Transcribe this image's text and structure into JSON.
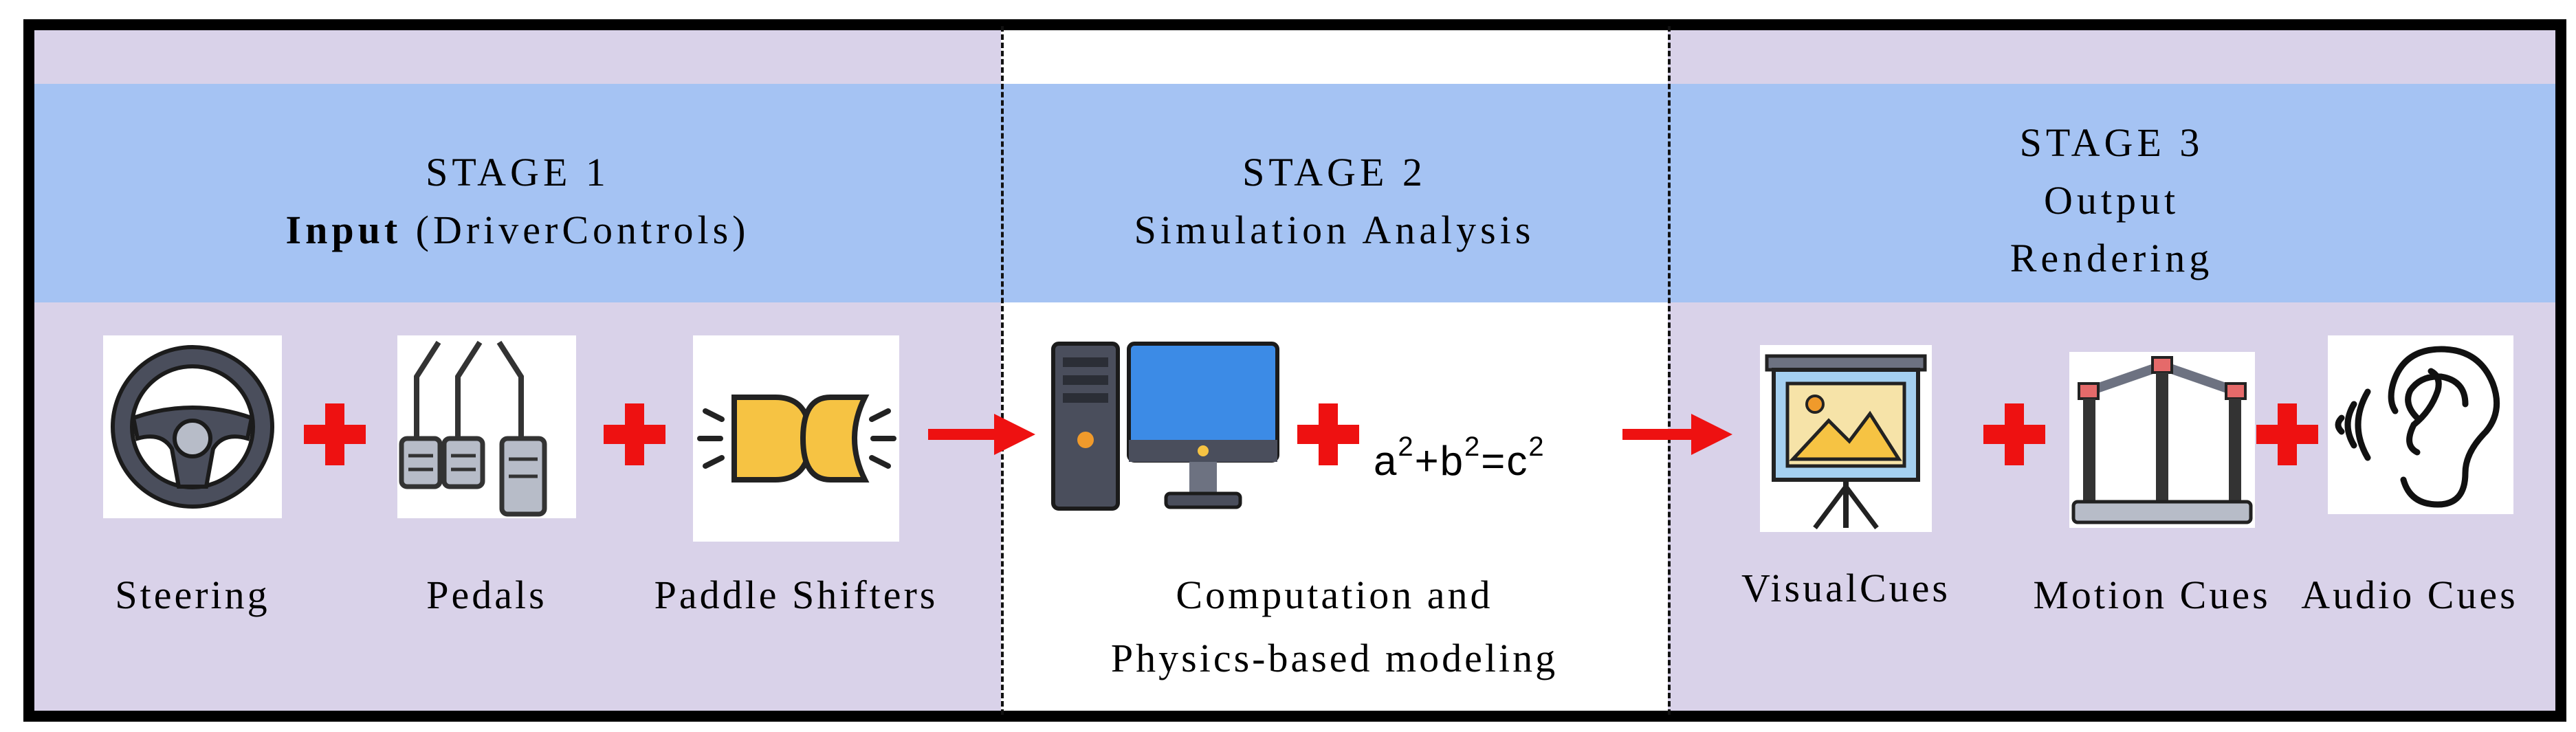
{
  "colors": {
    "stage_background": "#d9d2e9",
    "center_background": "#ffffff",
    "band": "#a5c3f3",
    "operator_red": "#ee1111",
    "border": "#000000"
  },
  "stages": [
    {
      "title": "STAGE 1",
      "subtitle_bold": "Input",
      "subtitle_rest": "(DriverControls)",
      "items": [
        {
          "label": "Steering",
          "icon": "steering-wheel-icon"
        },
        {
          "label": "Pedals",
          "icon": "pedals-icon"
        },
        {
          "label": "Paddle Shifters",
          "icon": "paddle-shifters-icon"
        }
      ]
    },
    {
      "title": "STAGE 2",
      "subtitle": "Simulation Analysis",
      "items": [
        {
          "icon": "computer-icon"
        },
        {
          "formula": {
            "a": "a",
            "b": "+b",
            "c": "=c",
            "exp": "2"
          }
        }
      ],
      "label_line1": "Computation and",
      "label_line2": "Physics-based modeling"
    },
    {
      "title": "STAGE 3",
      "subtitle_line1": "Output",
      "subtitle_line2": "Rendering",
      "items": [
        {
          "label": "VisualCues",
          "icon": "projector-screen-icon"
        },
        {
          "label": "Motion Cues",
          "icon": "motion-platform-icon"
        },
        {
          "label": "Audio Cues",
          "icon": "ear-sound-icon"
        }
      ]
    }
  ]
}
